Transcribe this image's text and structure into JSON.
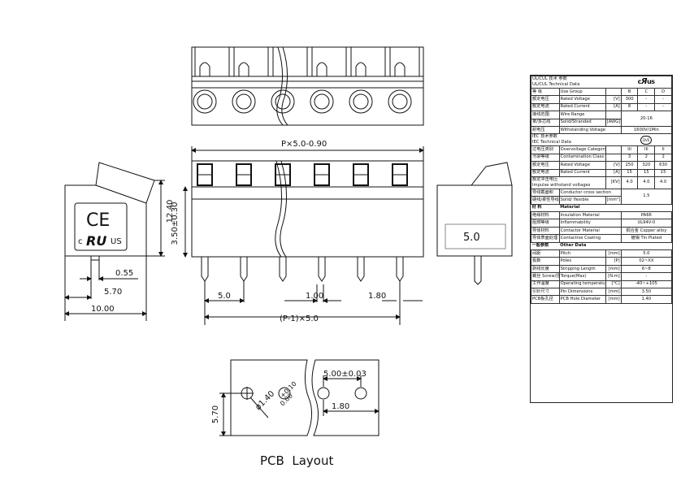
{
  "drawing": {
    "dimensions": {
      "pitch_formula": "P×5.0-0.90",
      "height": "12.40",
      "pin_height": "3.50±0.30",
      "pin_offset": "0.55",
      "pin_side": "5.70",
      "body_width": "10.00",
      "pin_pitch": "5.0",
      "pin_width": "1.00",
      "pin_gap": "1.80",
      "total_pitch": "(P-1)×5.0",
      "side_label": "5.0"
    },
    "pcb": {
      "hole_pitch": "5.00±0.03",
      "hole_dia": "ø1.40",
      "hole_tol_plus": "+0.10",
      "hole_tol_minus": "0.00",
      "height": "5.70",
      "offset": "1.80",
      "title": "PCB  Layout"
    },
    "logos": {
      "ce": "CE",
      "us": "US",
      "ru": "c",
      "ru_mark": "RU"
    }
  },
  "table": {
    "header": {
      "line1": "UL/CUL  技术 参数",
      "line2": "UL/CUL  Technical Data"
    },
    "ul_rows": [
      {
        "cn": "等 级",
        "en": "Use Group",
        "unit": "",
        "b": "B",
        "c": "C",
        "d": "D"
      },
      {
        "cn": "额定电压",
        "en": "Rated Voltage",
        "unit": "[V]",
        "b": "300",
        "c": "-",
        "d": "-"
      },
      {
        "cn": "额定电流",
        "en": "Rated Current",
        "unit": "[A]",
        "b": "8",
        "c": "-",
        "d": "-"
      }
    ],
    "wire": {
      "cn1": "接线范围",
      "en1": "Wire Range",
      "cn2": "单/多芯线",
      "en2": "Solid/Stranded",
      "unit": "[AWG]",
      "val": "20-16"
    },
    "withstand": {
      "cn": "耐电压",
      "en": "Withstanding Voltage",
      "val": "1600V/1Min"
    },
    "iec_header": {
      "line1": "IEC  技术参数",
      "line2": "IEC  Technical Data"
    },
    "iec_rows": [
      {
        "cn": "过电压类别",
        "en": "Overvoltage Category",
        "unit": "",
        "v1": "III",
        "v2": "III",
        "v3": "II"
      },
      {
        "cn": "污染等级",
        "en": "Contamination Class",
        "unit": "",
        "v1": "3",
        "v2": "2",
        "v3": "2"
      },
      {
        "cn": "额定电压",
        "en": "Rated Voltage",
        "unit": "[V]",
        "v1": "250",
        "v2": "320",
        "v3": "630"
      },
      {
        "cn": "额定电流",
        "en": "Rated Current",
        "unit": "[A]",
        "v1": "15",
        "v2": "15",
        "v3": "15"
      }
    ],
    "impulse": {
      "cn": "额定冲击电压",
      "en": "Impulse withstand voltages",
      "unit": "[KV]",
      "v1": "4.0",
      "v2": "4.0",
      "v3": "4.0"
    },
    "conductor": {
      "cn1": "导线截面积",
      "en1": "Conductor cross section",
      "cn2": "硬线/柔性导线",
      "en2": "Solid/ flexible",
      "unit": "[mm²]",
      "val": "1.5"
    },
    "material_header": {
      "cn": "材 料",
      "en": "Material"
    },
    "material_rows": [
      {
        "cn": "绝缘材料",
        "en": "Insulation Material",
        "val": "PA66"
      },
      {
        "cn": "阻燃等级",
        "en": "Inflammability",
        "val": "UL94V-0"
      },
      {
        "cn": "导体材料",
        "en": "Contactor Material",
        "val": "铜合金 Copper alloy"
      },
      {
        "cn": "导体表面处理",
        "en": "Contactive Coating",
        "val": "镀锡 Tin Plated"
      }
    ],
    "other_header": {
      "cn": "一般参数",
      "en": "Other Data"
    },
    "other_rows": [
      {
        "cn": "间距",
        "en": "Pitch",
        "unit": "[mm]",
        "val": "5.0"
      },
      {
        "cn": "极数",
        "en": "Poles",
        "unit": "[P]",
        "val": "02~XX"
      },
      {
        "cn": "剥线长度",
        "en": "Stripping Length",
        "unit": "[mm]",
        "val": "6~8"
      },
      {
        "cn": "螺丝 Screw/扭矩",
        "en": "Torque(Max)",
        "unit": "[N.m]",
        "val": "-"
      },
      {
        "cn": "工作温度",
        "en": "Operating temperatur",
        "unit": "[°C]",
        "val": "-40~+105"
      },
      {
        "cn": "引针尺寸",
        "en": "Pin Dimensions",
        "unit": "[mm]",
        "val": "3.50"
      },
      {
        "cn": "PCB板孔径",
        "en": "PCB Hole Diameter",
        "unit": "[mm]",
        "val": "1.40"
      }
    ]
  }
}
